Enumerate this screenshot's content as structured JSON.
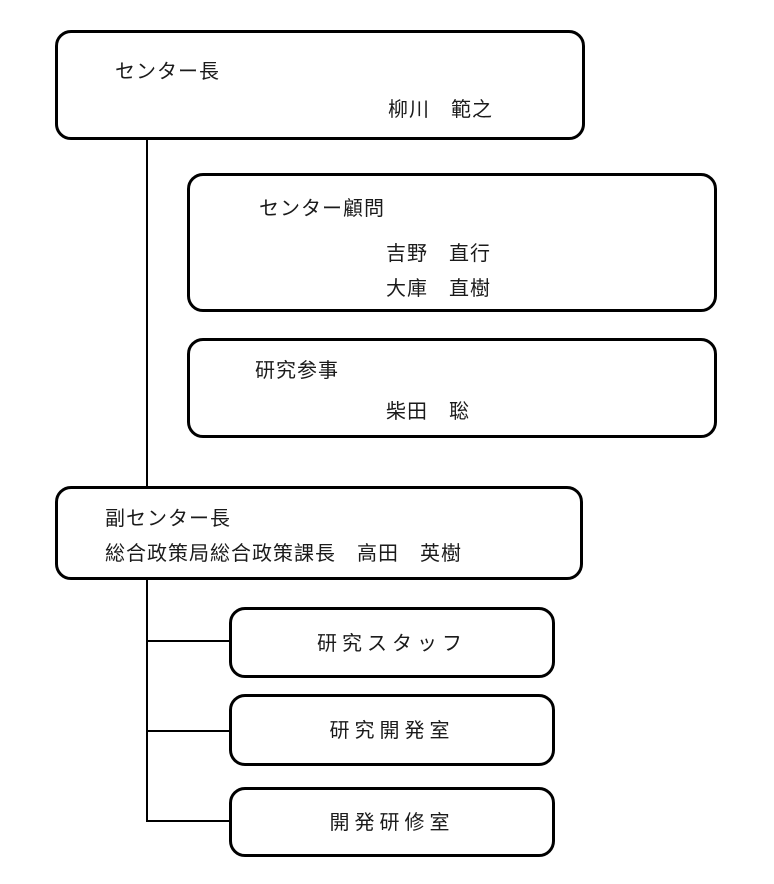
{
  "page": {
    "background_color": "#ffffff",
    "ink_color": "#000000"
  },
  "org_chart": {
    "nodes": [
      {
        "id": "center-director",
        "title": "センター長",
        "members": [
          "柳川　範之"
        ]
      },
      {
        "id": "center-advisor",
        "title": "センター顧問",
        "members": [
          "吉野　直行",
          "大庫　直樹"
        ]
      },
      {
        "id": "research-counselor",
        "title": "研究参事",
        "members": [
          "柴田　聡"
        ]
      },
      {
        "id": "deputy-center-director",
        "title": "副センター長",
        "members": [
          "総合政策局総合政策課長　高田　英樹"
        ]
      },
      {
        "id": "research-staff",
        "title": "研究スタッフ",
        "members": []
      },
      {
        "id": "research-development-office",
        "title": "研究開発室",
        "members": []
      },
      {
        "id": "development-training-office",
        "title": "開発研修室",
        "members": []
      }
    ]
  }
}
